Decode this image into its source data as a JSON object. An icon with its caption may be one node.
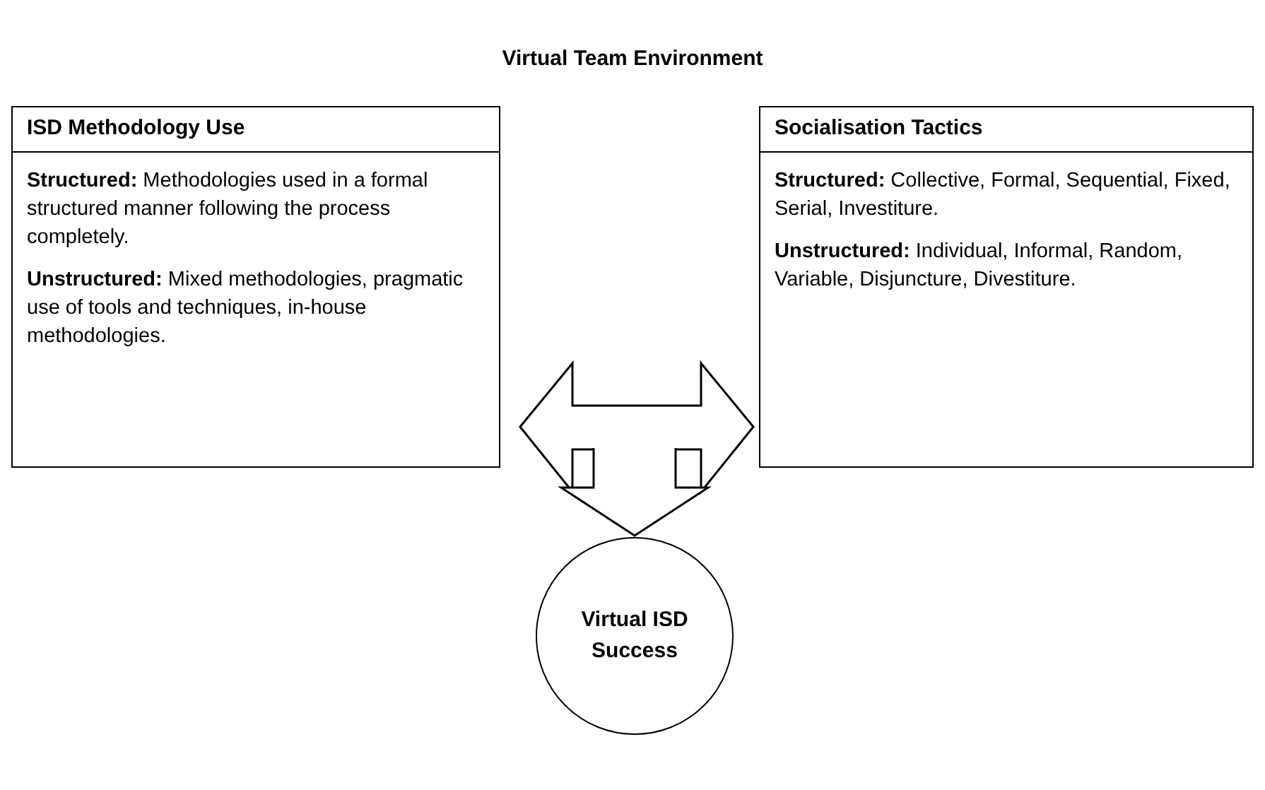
{
  "diagram": {
    "title": "Virtual Team Environment",
    "nodes": [
      {
        "text": [
          "ISD Methodology Use",
          "**Structured:** Methodologies used in a formal structured manner following the process completely.",
          "**Unstructured:** Mixed methodologies, pragmatic use of tools and techniques, in-house methodologies."
        ]
      },
      {
        "text": [
          "Socialisation Tactics",
          "**Structured:** Collective, Formal, Sequential, Fixed, Serial, Investiture.",
          "**Unstructured:** Individual, Informal, Random, Variable, Disjuncture, Divestiture."
        ]
      },
      {
        "text": [
          "Virtual ISD Success"
        ]
      }
    ],
    "edges": [
      {
        "from": 0,
        "to": 1,
        "arrow": "both"
      },
      {
        "from": null,
        "to": 2,
        "arrow": "to"
      }
    ]
  }
}
